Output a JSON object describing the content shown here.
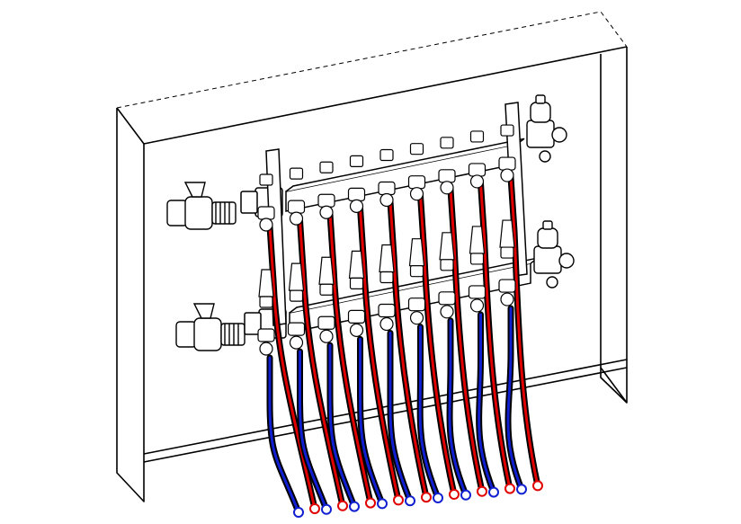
{
  "diagram": {
    "subject": "manifold-assembly",
    "colors": {
      "line": "#000000",
      "fill": "#ffffff",
      "supply_pipe": "#e00000",
      "return_pipe": "#1020d0",
      "shade": "#d8d8d8"
    },
    "circuits": 9,
    "manifold_bars": 2
  }
}
